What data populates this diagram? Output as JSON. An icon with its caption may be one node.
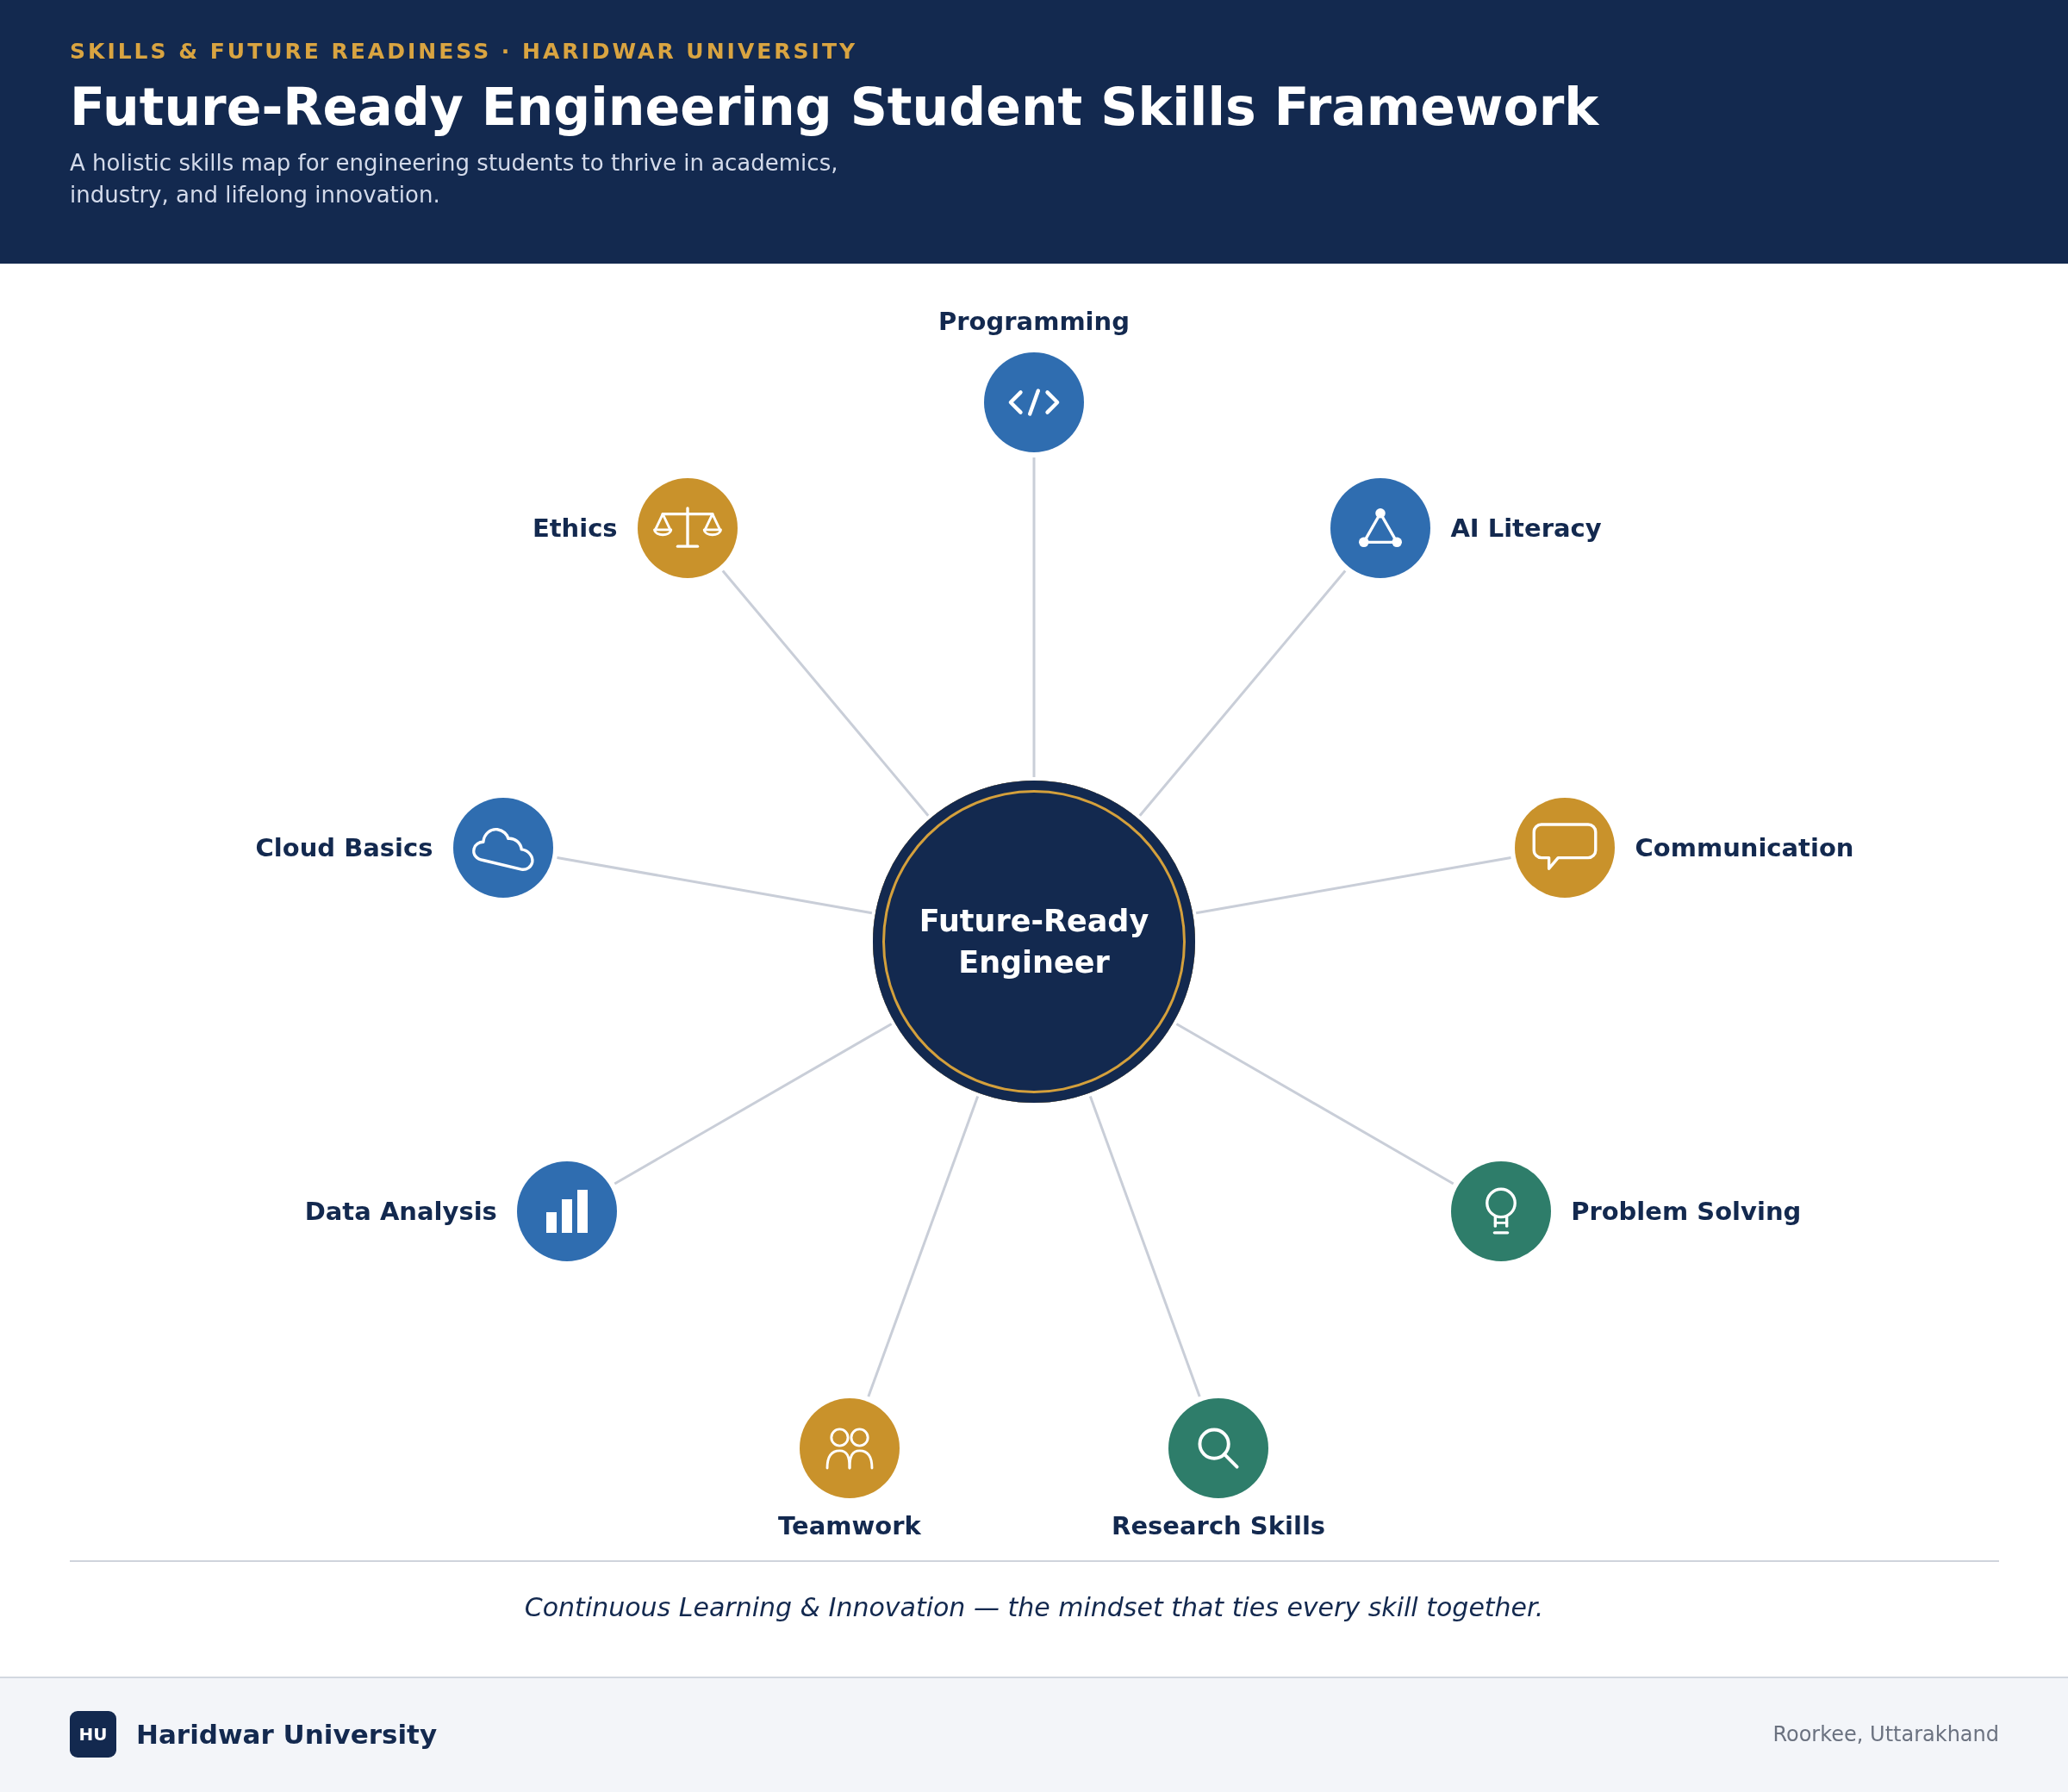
{
  "diagram": {
    "title": "Future-Ready Engineering Student Skills Framework",
    "caption": "Continuous Learning & Innovation — the mindset that ties every skill together.",
    "nodes": [
      {
        "text": [
          "Future-Ready Engineer"
        ]
      },
      {
        "text": [
          "Programming"
        ]
      },
      {
        "text": [
          "AI Literacy"
        ]
      },
      {
        "text": [
          "Communication"
        ]
      },
      {
        "text": [
          "Problem Solving"
        ]
      },
      {
        "text": [
          "Research Skills"
        ]
      },
      {
        "text": [
          "Teamwork"
        ]
      },
      {
        "text": [
          "Data Analysis"
        ]
      },
      {
        "text": [
          "Cloud Basics"
        ]
      },
      {
        "text": [
          "Ethics"
        ]
      }
    ],
    "edges": [
      {
        "from": 0,
        "to": 1,
        "arrow": "none"
      },
      {
        "from": 0,
        "to": 2,
        "arrow": "none"
      },
      {
        "from": 0,
        "to": 3,
        "arrow": "none"
      },
      {
        "from": 0,
        "to": 4,
        "arrow": "none"
      },
      {
        "from": 0,
        "to": 5,
        "arrow": "none"
      },
      {
        "from": 0,
        "to": 6,
        "arrow": "none"
      },
      {
        "from": 0,
        "to": 7,
        "arrow": "none"
      },
      {
        "from": 0,
        "to": 8,
        "arrow": "none"
      },
      {
        "from": 0,
        "to": 9,
        "arrow": "none"
      }
    ],
    "labels": [
      "SKILLS & FUTURE READINESS · HARIDWAR UNIVERSITY",
      "A holistic skills map for engineering students to thrive in academics, industry, and lifelong innovation.",
      "HU",
      "Haridwar University",
      "Roorkee, Uttarakhand"
    ]
  }
}
